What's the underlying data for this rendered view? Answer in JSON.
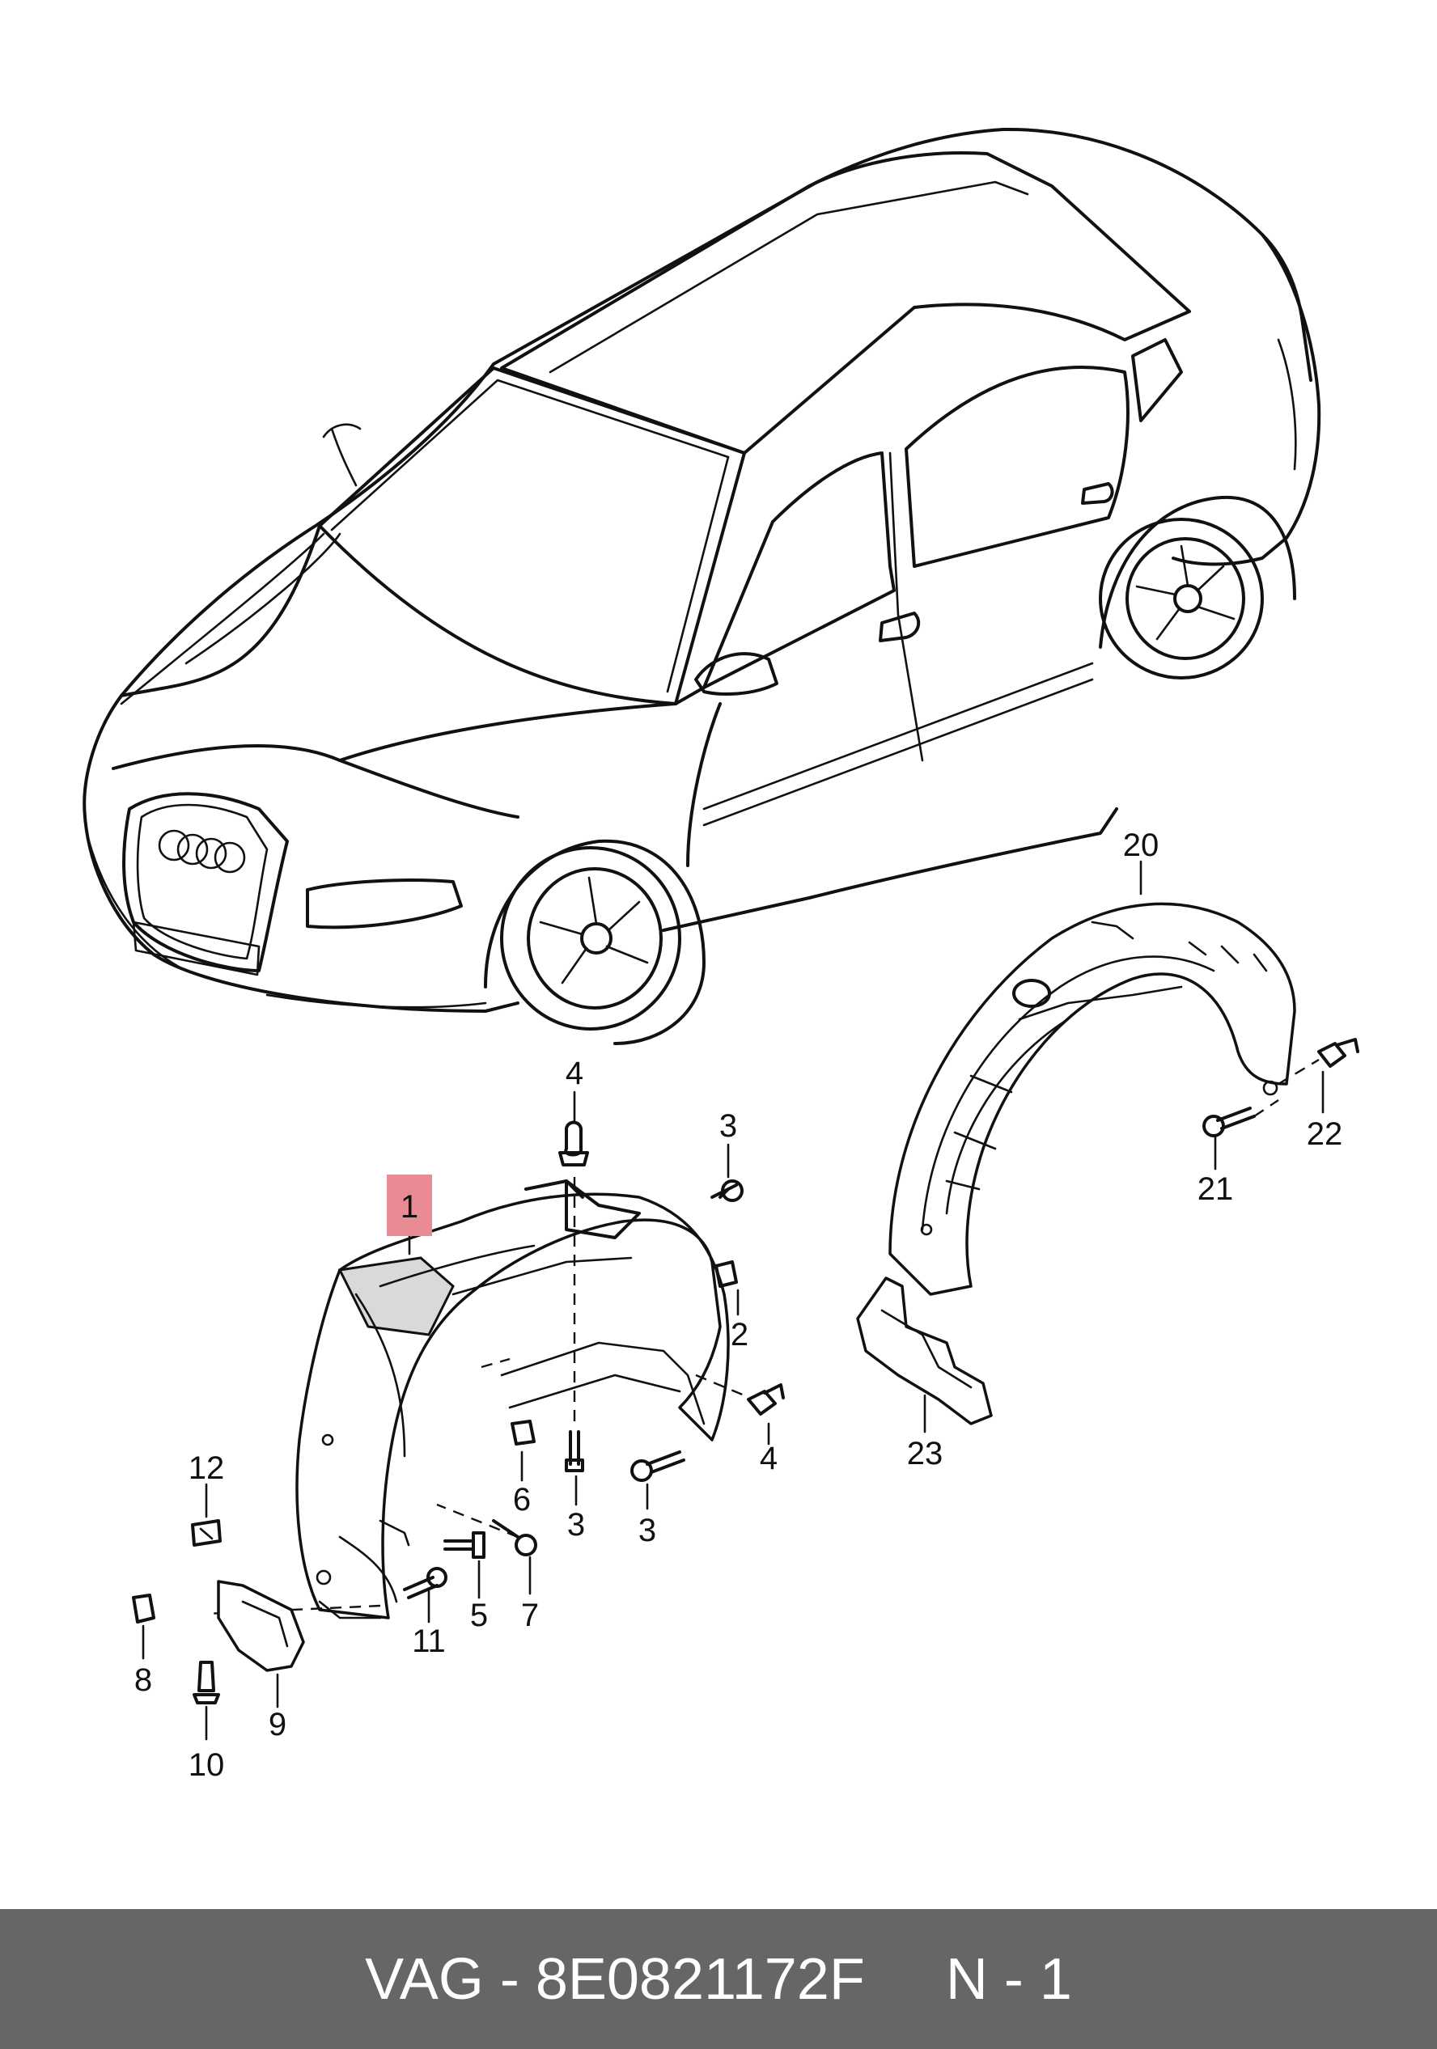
{
  "callouts": {
    "c1": "1",
    "c2": "2",
    "c3a": "3",
    "c3b": "3",
    "c3c": "3",
    "c4a": "4",
    "c4b": "4",
    "c5": "5",
    "c6": "6",
    "c7": "7",
    "c8": "8",
    "c9": "9",
    "c10": "10",
    "c11": "11",
    "c12": "12",
    "c20": "20",
    "c21": "21",
    "c22": "22",
    "c23": "23"
  },
  "footer": {
    "caption": "VAG - 8E0821172F     N - 1"
  },
  "colors": {
    "highlight": "#e88b95",
    "footer_bg": "#666666",
    "footer_text": "#ffffff",
    "line": "#111111"
  },
  "highlighted_part": "1"
}
